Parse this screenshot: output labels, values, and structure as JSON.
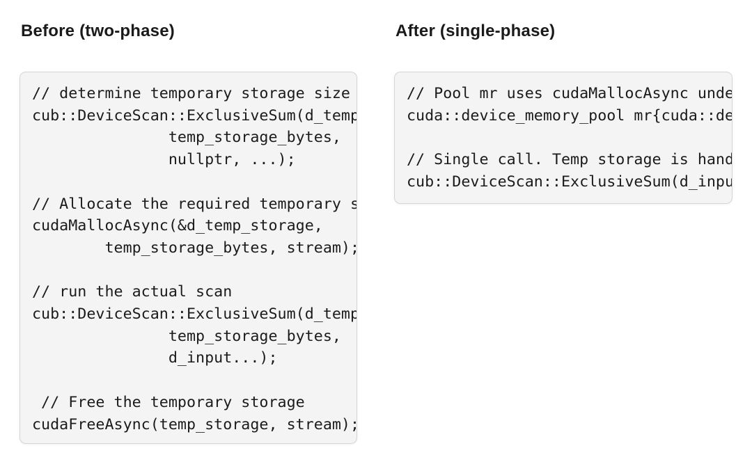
{
  "page": {
    "background": "#ffffff"
  },
  "colors": {
    "code_background": "#f4f4f4",
    "code_border": "#d5d5d5",
    "code_text": "#1b1b1b",
    "heading_text": "#1a1a1a"
  },
  "before": {
    "heading": "Before (two-phase)",
    "code_lines": [
      "// determine temporary storage size",
      "cub::DeviceScan::ExclusiveSum(d_temp_",
      "               temp_storage_bytes,",
      "               nullptr, ...);",
      "",
      "// Allocate the required temporary st",
      "cudaMallocAsync(&d_temp_storage,",
      "        temp_storage_bytes, stream);",
      "",
      "// run the actual scan",
      "cub::DeviceScan::ExclusiveSum(d_temp_",
      "               temp_storage_bytes,",
      "               d_input...);",
      "",
      " // Free the temporary storage",
      "cudaFreeAsync(temp_storage, stream);"
    ]
  },
  "after": {
    "heading": "After (single-phase)",
    "code_lines": [
      "// Pool mr uses cudaMallocAsync under",
      "cuda::device_memory_pool mr{cuda::dev",
      "",
      "// Single call. Temp storage is handl",
      "cub::DeviceScan::ExclusiveSum(d_input"
    ]
  }
}
